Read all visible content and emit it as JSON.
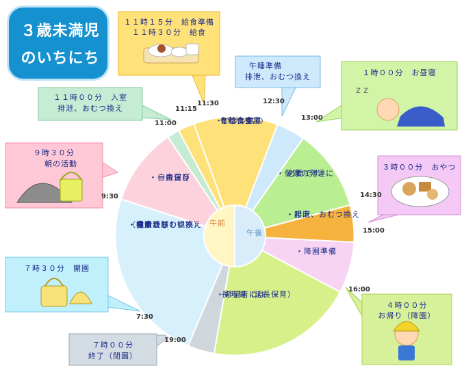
{
  "title": {
    "line1": "３歳未満児",
    "line2": "のいちにち"
  },
  "center": {
    "am": "午前",
    "pm": "午後"
  },
  "ticks": [
    "7:30",
    "9:30",
    "11:00",
    "11:15",
    "11:30",
    "12:30",
    "13:00",
    "14:30",
    "15:00",
    "16:00",
    "19:00"
  ],
  "segments": {
    "seg_0730": [
      "・視診",
      "（健康状態の観察）",
      "・自由遊び",
      "・排泄、おむつ換え",
      "・おやつ"
    ],
    "seg_0930": [
      "・自由遊び",
      "・一斉保育"
    ],
    "seg_1130": [
      "・バランスの",
      "とれた食事",
      "を給食室で",
      "作ります。"
    ],
    "seg_1300": [
      "・健康の発達に",
      "必要です。"
    ],
    "seg_1430": [
      "・起床",
      "・排泄、おむつ換え"
    ],
    "seg_1500": [
      "・降園準備"
    ],
    "seg_1600": [
      "・希望者には",
      "長時間（延長保育）"
    ]
  },
  "callouts": {
    "c0730": [
      "７時３０分　開園"
    ],
    "c0930": [
      "９時３０分",
      "朝の活動"
    ],
    "c1100": [
      "１１時００分　入室",
      "排泄、おむつ換え"
    ],
    "c1115": [
      "１１時１５分　給食準備",
      "１１時３０分　給食"
    ],
    "c1230": [
      "午睡準備",
      "排泄、おむつ換え"
    ],
    "c1300": [
      "１時００分　お昼寝"
    ],
    "c1500": [
      "３時００分　おやつ"
    ],
    "c1600": [
      "４時００分",
      "お帰り（降園）"
    ],
    "c1900": [
      "７時００分",
      "終了（閉園）"
    ]
  },
  "colors": {
    "title_bg": "#1591cf",
    "morning_blue": "#d6f1fb",
    "play_pink": "#fcd3dd",
    "enter_green": "#c5ecd3",
    "lunch_yellow": "#ffe17a",
    "nap_prep_blue": "#cde9fb",
    "nap_green": "#b9ef92",
    "snack_orange": "#f5b23c",
    "leave_prep_pink": "#f7d4f4",
    "extended_green": "#d8f08a",
    "closed_gray": "#cfd6dc",
    "am_yellow": "#fff6c4",
    "pm_blue": "#d8edf9"
  }
}
